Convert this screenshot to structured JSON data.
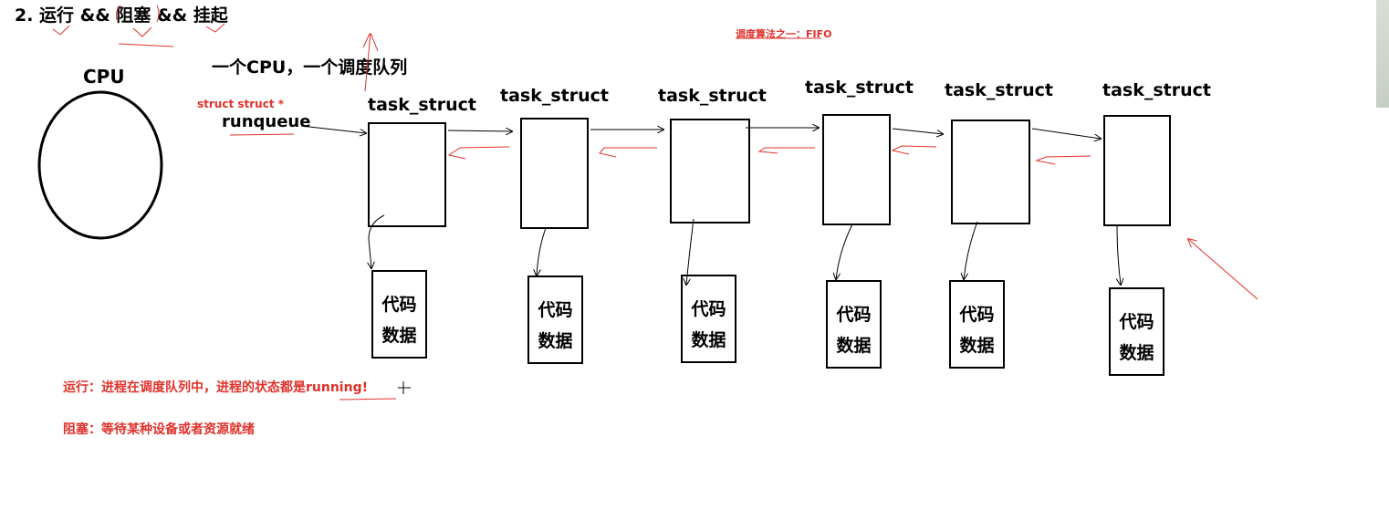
{
  "title": "2. 运行 && 阻塞 && 挂起",
  "top_note": "调度算法之一：FIFO",
  "cpu_label": "CPU",
  "subtitle": "一个CPU，一个调度队列",
  "struct_label": "struct struct *",
  "runqueue_label": "runqueue",
  "task_label": "task_struct",
  "code_line1": "代码",
  "code_line2": "数据",
  "notes": {
    "running": "运行：进程在调度队列中，进程的状态都是running!",
    "blocked": "阻塞：等待某种设备或者资源就绪"
  },
  "colors": {
    "annotation_red": "#e0322b",
    "ink": "#000000"
  }
}
